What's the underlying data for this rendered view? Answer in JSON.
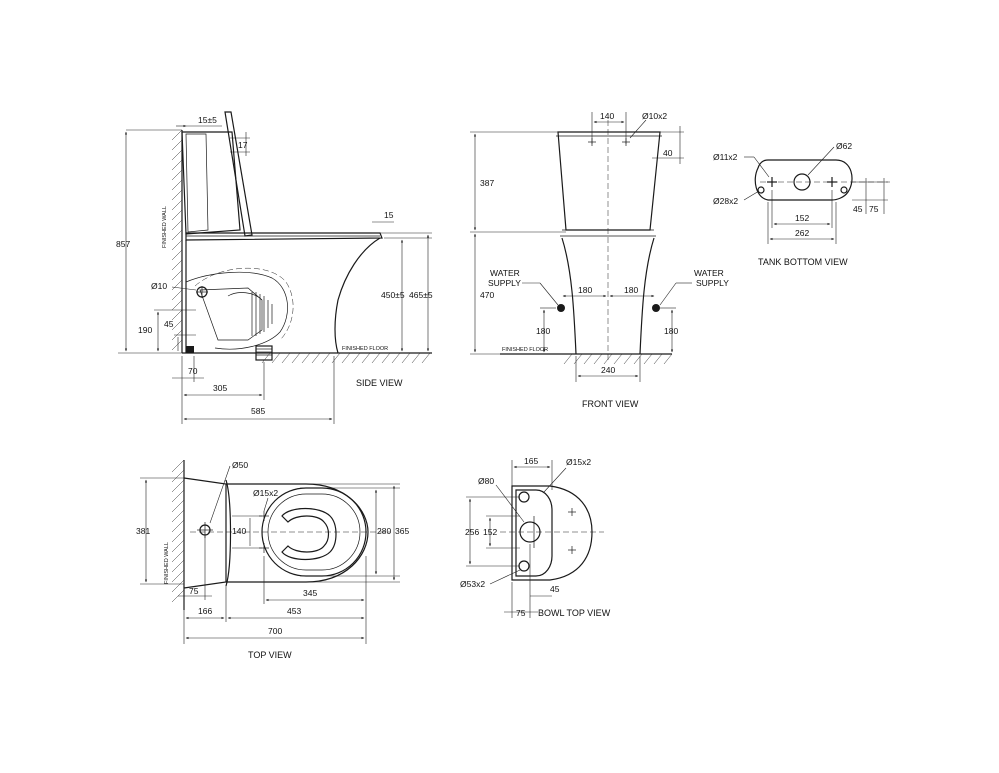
{
  "views": {
    "side": {
      "title": "SIDE VIEW",
      "wall_label": "FINISHED WALL",
      "floor_label": "FINISHED FLOOR",
      "dims": {
        "lid_gap": "15±5",
        "lid_top": "17",
        "seat_edge": "15",
        "height_total": "857",
        "seat_height_a": "450±5",
        "seat_height_b": "465±5",
        "waste_dia": "Ø10",
        "outlet_height": "190",
        "outlet_drop": "45",
        "wall_to_outlet": "70",
        "wall_to_center": "305",
        "overall_depth": "585"
      }
    },
    "front": {
      "title": "FRONT VIEW",
      "floor_label": "FINISHED FLOOR",
      "water_supply_left": "WATER\nSUPPLY",
      "water_supply_left_l1": "WATER",
      "water_supply_left_l2": "SUPPLY",
      "water_supply_right_l1": "WATER",
      "water_supply_right_l2": "SUPPLY",
      "dims": {
        "top_spacing": "140",
        "fix_holes": "Ø10x2",
        "tank_ledge": "40",
        "tank_height": "387",
        "base_height": "470",
        "supply_left": "180",
        "supply_right": "180",
        "supply_h_left": "180",
        "supply_h_right": "180",
        "base_width": "240"
      }
    },
    "tank_bottom": {
      "title": "TANK BOTTOM VIEW",
      "dims": {
        "small_holes": "Ø11x2",
        "big_hole": "Ø62",
        "bolt_holes": "Ø28x2",
        "bolt_spacing": "152",
        "width": "262",
        "edge_a": "45",
        "edge_b": "75"
      }
    },
    "top": {
      "title": "TOP VIEW",
      "wall_label": "FINISHED WALL",
      "dims": {
        "outlet_dia": "Ø50",
        "fix_holes": "Ø15x2",
        "width_total": "381",
        "hole_spacing": "140",
        "bowl_280": "280",
        "bowl_365": "365",
        "bowl_len": "345",
        "wall_75": "75",
        "wall_166": "166",
        "bowl_453": "453",
        "overall_700": "700"
      }
    },
    "bowl_top": {
      "title": "BOWL TOP VIEW",
      "dims": {
        "width_165": "165",
        "fix_holes": "Ø15x2",
        "flush_dia": "Ø80",
        "span_256": "256",
        "span_152": "152",
        "holes_53": "Ø53x2",
        "edge_45": "45",
        "edge_75": "75"
      }
    }
  }
}
